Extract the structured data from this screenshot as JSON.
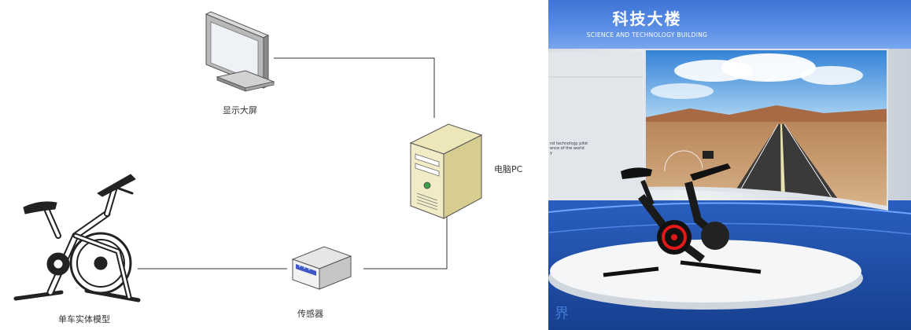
{
  "diagram": {
    "nodes": {
      "display": {
        "label": "显示大屏",
        "icon": "monitor-icon"
      },
      "pc": {
        "label": "电脑PC",
        "icon": "pc-tower-icon"
      },
      "sensor": {
        "label": "传感器",
        "icon": "sensor-box-icon"
      },
      "bike": {
        "label": "单车实体模型",
        "icon": "exercise-bike-icon"
      }
    }
  },
  "scene": {
    "banner_title": "科技大楼",
    "banner_subtitle": "SCIENCE AND TECHNOLOGY BUILDING",
    "side_text": [
      "nd technology pilot",
      "ence of the world",
      "y"
    ],
    "corner_glyph": "界",
    "colors": {
      "banner": "#4a80e0",
      "floor": "#1f4aa8",
      "bike_accent": "#e01818"
    }
  }
}
